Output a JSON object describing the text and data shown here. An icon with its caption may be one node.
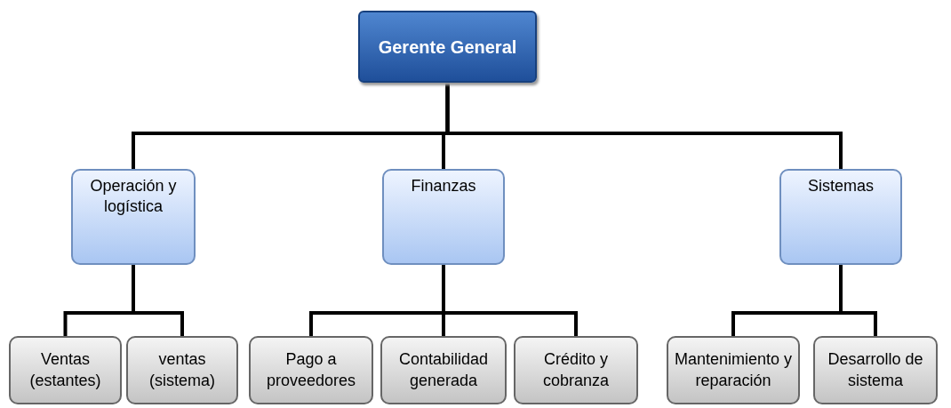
{
  "diagram": {
    "nodes": [
      {
        "text": [
          "Gerente General"
        ]
      },
      {
        "text": [
          "Operación y logística"
        ]
      },
      {
        "text": [
          "Finanzas"
        ]
      },
      {
        "text": [
          "Sistemas"
        ]
      },
      {
        "text": [
          "Ventas (estantes)"
        ]
      },
      {
        "text": [
          "ventas (sistema)"
        ]
      },
      {
        "text": [
          "Pago a proveedores"
        ]
      },
      {
        "text": [
          "Contabilidad generada"
        ]
      },
      {
        "text": [
          "Crédito y cobranza"
        ]
      },
      {
        "text": [
          "Mantenimiento y reparación"
        ]
      },
      {
        "text": [
          "Desarrollo de sistema"
        ]
      }
    ],
    "edges": [
      {
        "from": 0,
        "to": 1,
        "arrow": "none"
      },
      {
        "from": 0,
        "to": 2,
        "arrow": "none"
      },
      {
        "from": 0,
        "to": 3,
        "arrow": "none"
      },
      {
        "from": 1,
        "to": 4,
        "arrow": "none"
      },
      {
        "from": 1,
        "to": 5,
        "arrow": "none"
      },
      {
        "from": 2,
        "to": 6,
        "arrow": "none"
      },
      {
        "from": 2,
        "to": 7,
        "arrow": "none"
      },
      {
        "from": 2,
        "to": 8,
        "arrow": "none"
      },
      {
        "from": 3,
        "to": 9,
        "arrow": "none"
      },
      {
        "from": 3,
        "to": 10,
        "arrow": "none"
      }
    ]
  }
}
